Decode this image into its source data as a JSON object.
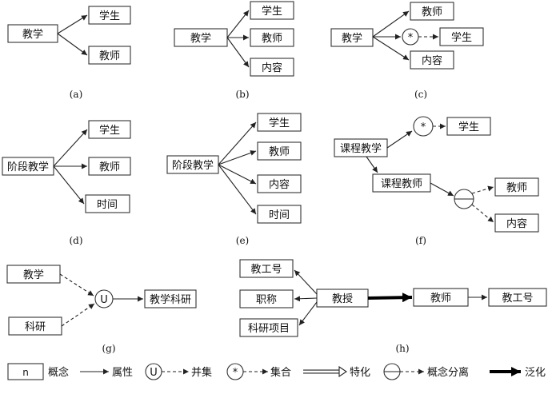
{
  "panels": {
    "a": {
      "caption": "(a)",
      "root": "教学",
      "children": [
        "学生",
        "教师"
      ]
    },
    "b": {
      "caption": "(b)",
      "root": "教学",
      "children": [
        "学生",
        "教师",
        "内容"
      ]
    },
    "c": {
      "caption": "(c)",
      "root": "教学",
      "children": [
        "教师",
        "学生",
        "内容"
      ],
      "operator": "*"
    },
    "d": {
      "caption": "(d)",
      "root": "阶段教学",
      "children": [
        "学生",
        "教师",
        "时间"
      ]
    },
    "e": {
      "caption": "(e)",
      "root": "阶段教学",
      "children": [
        "学生",
        "教师",
        "内容",
        "时间"
      ]
    },
    "f": {
      "caption": "(f)",
      "root": "课程教学",
      "set_child": "学生",
      "sub": "课程教师",
      "sep_children": [
        "教师",
        "内容"
      ],
      "operator": "*"
    },
    "g": {
      "caption": "(g)",
      "inputs": [
        "教学",
        "科研"
      ],
      "operator": "U",
      "result": "教学科研"
    },
    "h": {
      "caption": "(h)",
      "attrs": [
        "教工号",
        "职称",
        "科研项目"
      ],
      "root": "教授",
      "general": "教师",
      "general_attr": "教工号"
    }
  },
  "legend": {
    "concept_symbol": "n",
    "concept": "概念",
    "attribute": "属性",
    "union_symbol": "U",
    "union": "并集",
    "set_symbol": "*",
    "set": "集合",
    "specialization": "特化",
    "separation": "概念分离",
    "generalization": "泛化"
  },
  "colors": {
    "stroke": "#222222",
    "background": "#ffffff"
  }
}
